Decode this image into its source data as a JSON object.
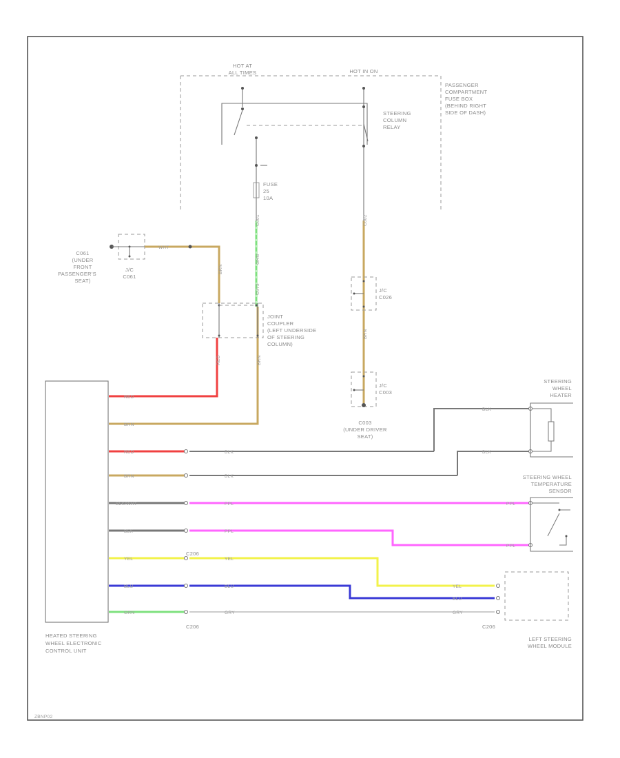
{
  "labels": {
    "hot_at_all_times": [
      "HOT AT",
      "ALL TIMES"
    ],
    "hot_in_on": "HOT IN ON",
    "passenger_fuse_box": [
      "PASSENGER",
      "COMPARTMENT",
      "FUSE BOX",
      "(BEHIND RIGHT",
      "SIDE OF DASH)"
    ],
    "steering_column_relay": [
      "STEERING",
      "COLUMN",
      "RELAY"
    ],
    "fuse": [
      "FUSE",
      "25",
      "10A"
    ],
    "c061_location": [
      "C061",
      "(UNDER",
      "FRONT",
      "PASSENGER'S",
      "SEAT)"
    ],
    "jc_c061": [
      "J/C",
      "C061"
    ],
    "joint_coupler": [
      "JOINT",
      "COUPLER",
      "(LEFT UNDERSIDE",
      "OF STEERING",
      "COLUMN)"
    ],
    "jc_c026": [
      "J/C",
      "C026"
    ],
    "jc_c003": [
      "J/C",
      "C003"
    ],
    "c003_location": [
      "C003",
      "(UNDER DRIVER",
      "SEAT)"
    ],
    "steering_wheel_heater": [
      "STEERING",
      "WHEEL",
      "HEATER"
    ],
    "temp_sensor": [
      "STEERING WHEEL",
      "TEMPERATURE",
      "SENSOR"
    ],
    "ecu": [
      "HEATED STEERING",
      "WHEEL ELECTRONIC",
      "CONTROL UNIT"
    ],
    "left_steering_wheel_module": [
      "LEFT STEERING",
      "WHEEL MODULE"
    ],
    "c206_a": "C206",
    "c206_b": "C206",
    "c206_c": "C206",
    "c001": "C001",
    "c002": "C002",
    "c073": "C073",
    "footer": "ZBNP02"
  },
  "wire_colors": {
    "wht": "WHT",
    "brn": "BRN",
    "red": "RED",
    "blk": "BLK",
    "blkwht": "BLK/WHT",
    "ppl": "PPL",
    "yel": "YEL",
    "blu": "BLU",
    "gry": "GRY",
    "grn": "GRN"
  },
  "colors": {
    "red": "#f04040",
    "brown": "#c8a860",
    "black": "#777777",
    "purple": "#ff66ff",
    "yellow": "#f2f24a",
    "blue": "#3a3ad6",
    "gray": "#cccccc",
    "green": "#7ee07e"
  }
}
